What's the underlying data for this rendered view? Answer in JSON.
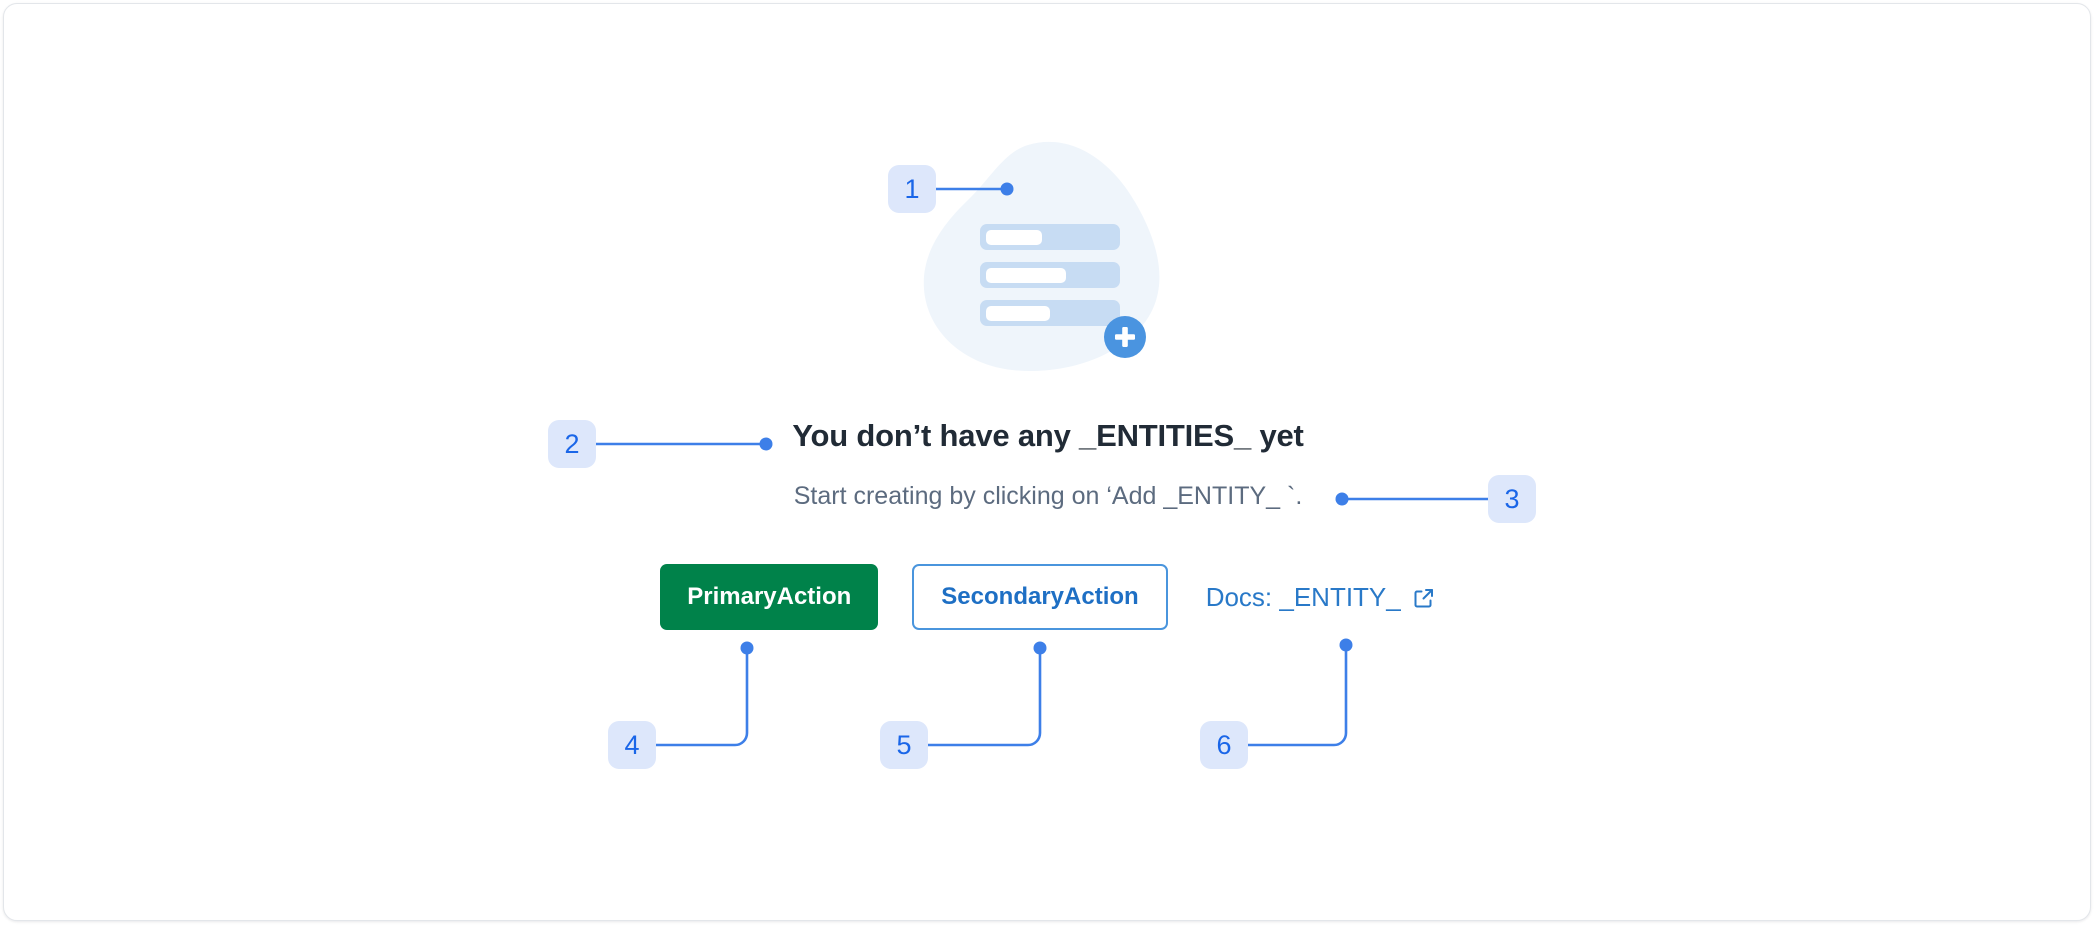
{
  "frame": {
    "background": "#ffffff",
    "border_color": "#e3e6ea"
  },
  "illustration": {
    "name": "empty-state-illustration",
    "blob_color": "#eff5fb",
    "bar_color": "#c7dcf3",
    "bar_inner_color": "#ffffff",
    "fab_color": "#4a94e0",
    "fab_icon": "plus-icon",
    "bars": [
      {
        "inner_width": 56
      },
      {
        "inner_width": 80
      },
      {
        "inner_width": 64
      }
    ],
    "connector_dot_color": "#3b7ae4"
  },
  "empty_state": {
    "title": "You don’t have any _ENTITIES_ yet",
    "subtitle": "Start creating by clicking on ‘Add _ENTITY_ `.",
    "title_color": "#212b36",
    "subtitle_color": "#5c6b7f"
  },
  "actions": {
    "primary": {
      "label": "PrimaryAction",
      "bg_color": "#00824a",
      "text_color": "#ffffff"
    },
    "secondary": {
      "label": "SecondaryAction",
      "border_color": "#4a95dd",
      "text_color": "#1e6fc4"
    },
    "docs": {
      "label": "Docs: _ENTITY_",
      "icon": "external-link-icon",
      "text_color": "#2979c8"
    }
  },
  "annotations": {
    "accent_line_color": "#3d7fe8",
    "badge_bg": "#dde7fb",
    "badge_text_color": "#1a66e8",
    "callouts": [
      {
        "number": "1",
        "target": "illustration"
      },
      {
        "number": "2",
        "target": "empty-title"
      },
      {
        "number": "3",
        "target": "empty-subtitle"
      },
      {
        "number": "4",
        "target": "primary-action-button"
      },
      {
        "number": "5",
        "target": "secondary-action-button"
      },
      {
        "number": "6",
        "target": "docs-link"
      }
    ]
  }
}
